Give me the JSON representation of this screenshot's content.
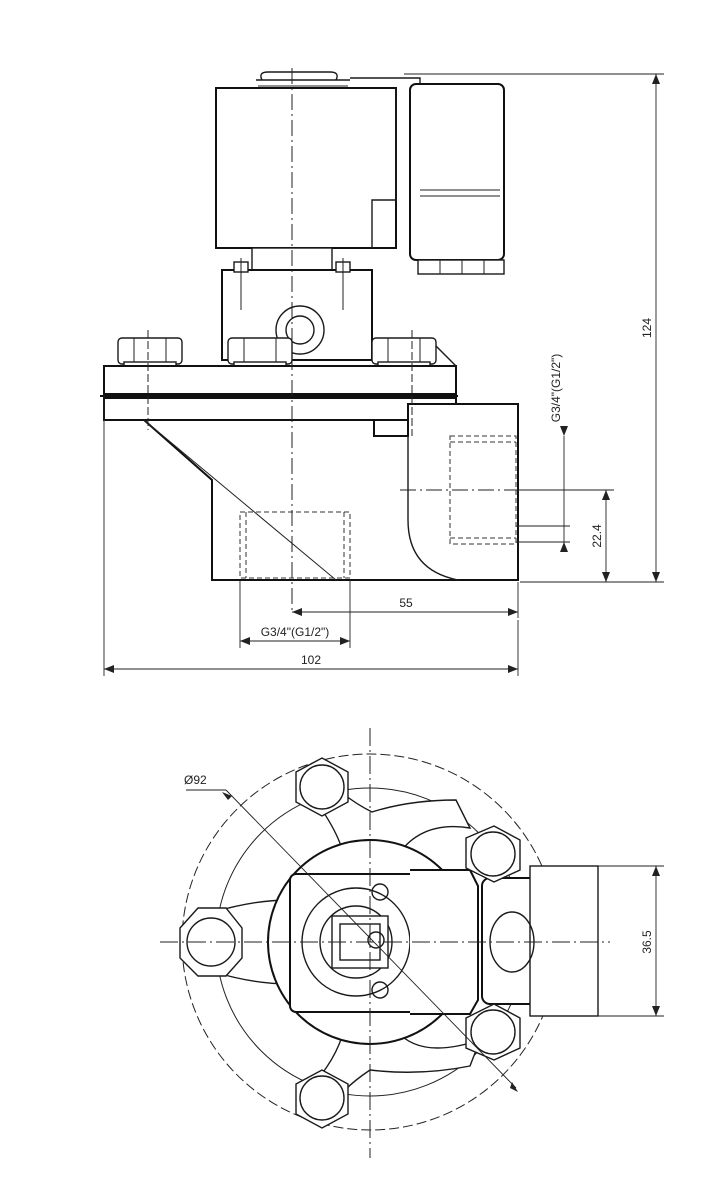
{
  "front_view": {
    "dim_overall_height": "124",
    "dim_port_offset": "22.4",
    "dim_inlet_to_outlet": "55",
    "dim_overall_width": "102",
    "thread_outlet": "G3/4\"(G1/2\")",
    "thread_inlet": "G3/4\"(G1/2\")"
  },
  "top_view": {
    "dim_flange_diameter": "Ø92",
    "dim_coil_width": "36.5"
  }
}
